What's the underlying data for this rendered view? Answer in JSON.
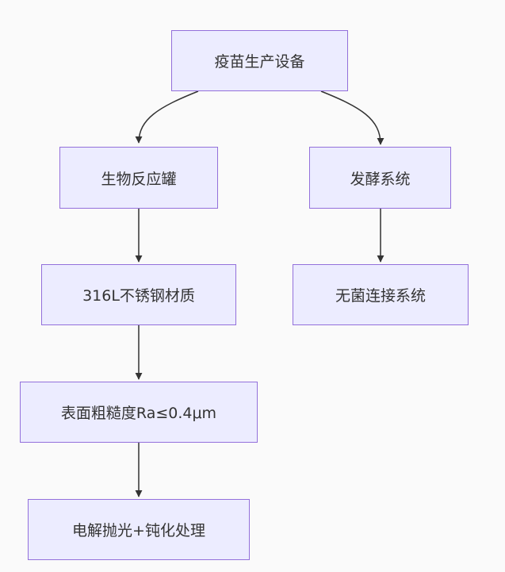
{
  "nodes": {
    "root": "疫苗生产设备",
    "bioreactor": "生物反应罐",
    "fermentation": "发酵系统",
    "material": "316L不锈钢材质",
    "aseptic": "无菌连接系统",
    "roughness": "表面粗糙度Ra≤0.4μm",
    "polish": "电解抛光+钝化处理"
  },
  "edges": [
    {
      "from": "root",
      "to": "bioreactor"
    },
    {
      "from": "root",
      "to": "fermentation"
    },
    {
      "from": "bioreactor",
      "to": "material"
    },
    {
      "from": "fermentation",
      "to": "aseptic"
    },
    {
      "from": "material",
      "to": "roughness"
    },
    {
      "from": "roughness",
      "to": "polish"
    }
  ],
  "colors": {
    "node_fill": "#ececff",
    "node_border": "#9370db",
    "edge": "#333333",
    "background": "#fafafa"
  }
}
